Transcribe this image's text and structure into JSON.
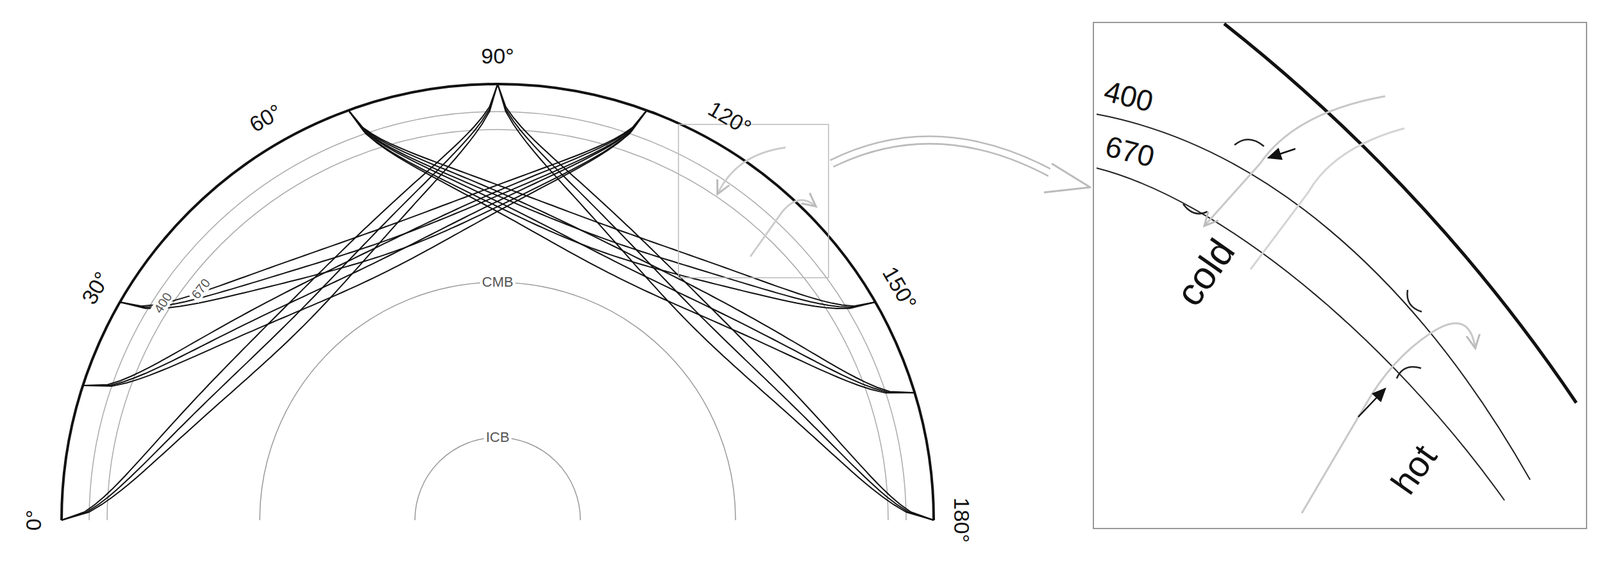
{
  "diagram": {
    "labels": [
      "0°",
      "30°",
      "60°",
      "90°",
      "120°",
      "150°",
      "180°",
      "400",
      "670",
      "CMB",
      "ICB",
      "400",
      "670",
      "cold",
      "hot"
    ]
  }
}
